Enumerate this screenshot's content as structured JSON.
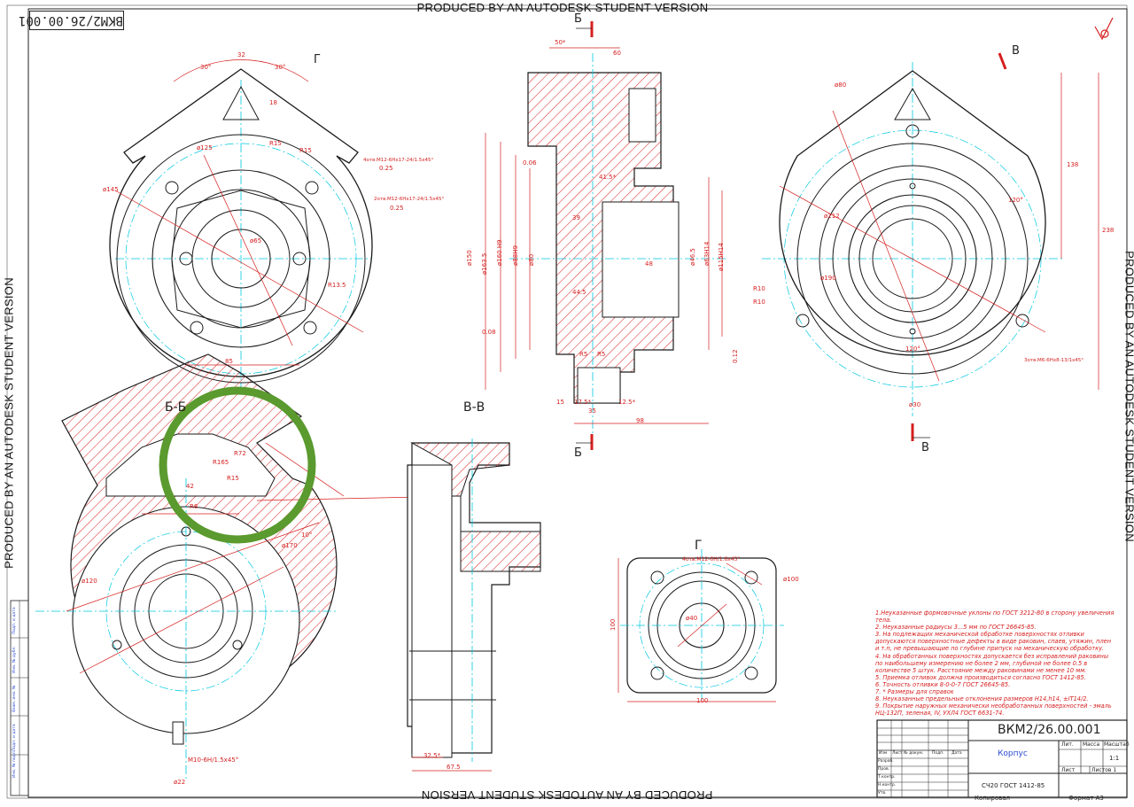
{
  "watermark": "PRODUCED BY AN AUTODESK STUDENT VERSION",
  "drawing_code_rotated": "ВКМ2/26.00.001",
  "section_labels": {
    "bb": "Б-Б",
    "vv": "В-В",
    "g_view": "Г",
    "b_mark": "Б",
    "v_mark": "В",
    "g_mark": "Г"
  },
  "dimensions": {
    "d125": "ø125",
    "d145": "ø145",
    "d65": "ø65",
    "r15": "R15",
    "r13_5": "R13.5",
    "d85": "85",
    "d32": "32",
    "a30": "30°",
    "h18": "18",
    "thread1": "4отв.M12-6Hх17-24/1.5х45°",
    "thread2": "2отв.M12-6Hх17-24/1.5х45°",
    "tol1": "0.25",
    "w50": "50*",
    "w60": "60",
    "w98": "98",
    "w35": "35",
    "w15": "15",
    "w17_5": "17.5*",
    "w12_5": "12.5*",
    "w48": "48",
    "w44_5": "44.5",
    "w41_5": "41.5*",
    "w39": "39",
    "d160": "ø160 H9",
    "d163": "ø163.5",
    "d88": "ø88H9",
    "d80": "ø80",
    "d46": "ø46.5",
    "d63": "ø63H14",
    "d115": "ø115H14",
    "d150": "ø150",
    "tol006": "0.06",
    "tol008": "0.08",
    "tol012": "0.12",
    "r5": "R5",
    "r6": "R6",
    "r72": "R72",
    "r165": "R165",
    "w42": "42",
    "d120": "ø120",
    "d170": "ø170",
    "a10": "10°",
    "thread3": "M10-6H/1.5х45°",
    "d22": "ø22",
    "w32_5": "32.5*",
    "w67_5": "67.5",
    "d80b": "ø80",
    "d212": "ø212",
    "d190": "ø190",
    "r10": "R10",
    "d30": "ø30",
    "h138": "138",
    "h238": "238",
    "a120": "120°",
    "thread4": "3отв.M6-6Hх8-13/1х45°",
    "thread5": "4отв.M12-6H/1.6х45°",
    "d100": "ø100",
    "d40": "ø40",
    "w100": "100",
    "h100": "100"
  },
  "notes": [
    "1.Неуказанные формовочные уклоны по ГОСТ 3212-80 в сторону увеличения тела.",
    "2. Неуказанные радиусы 3...5 мм по ГОСТ 26645-85.",
    "3. На подлежащих механической обработке поверхностях отливки допускаются поверхностные дефекты в виде раковин, спаев, утяжин, плен и т.п, не превышающие по глубине припуск на механическую обработку.",
    "4. На обработанных поверхностях допускается без исправлений раковины по наибольшему измерению не более 2 мм, глубиной не более 0.5 в количестве 5 штук. Расстояние между раковинами не менее 10 мм.",
    "5. Приемка отливок должна производиться согласно ГОСТ 1412-85.",
    "6. Точность отливки 8-0-0-7 ГОСТ 26645-85.",
    "7. * Размеры для справок",
    "8. Неуказанные предельные отклонения размеров H14,h14, ±IT14/2.",
    "9. Покрытие наружных механически необработанных поверхностей - эмаль НЦ-132П, зеленая, IV, УХЛ4 ГОСТ 6631-74."
  ],
  "title_block": {
    "code": "ВКМ2/26.00.001",
    "name": "Корпус",
    "material": "СЧ20 ГОСТ 1412-85",
    "lit": "Лит.",
    "mass": "Масса",
    "scale": "Масштаб",
    "scale_value": "1:1",
    "sheet": "Лист",
    "sheets": "Листов 1",
    "copied": "Копировал",
    "format": "Формат А3",
    "cols": [
      "Изм",
      "Лист",
      "№ докум.",
      "Подп.",
      "Дата"
    ],
    "rows": [
      "Разраб.",
      "Пров.",
      "Т.контр.",
      "Н.контр.",
      "Утв."
    ]
  },
  "side_stamp": [
    "Инв. № подл.",
    "Подп. и дата",
    "Взам. инв. №",
    "Инв. № дубл.",
    "Подп. и дата"
  ],
  "colors": {
    "line": "#1a1a1a",
    "dim": "#d61f1f",
    "center": "#00c8e0",
    "highlight": "#5a9a2e"
  }
}
